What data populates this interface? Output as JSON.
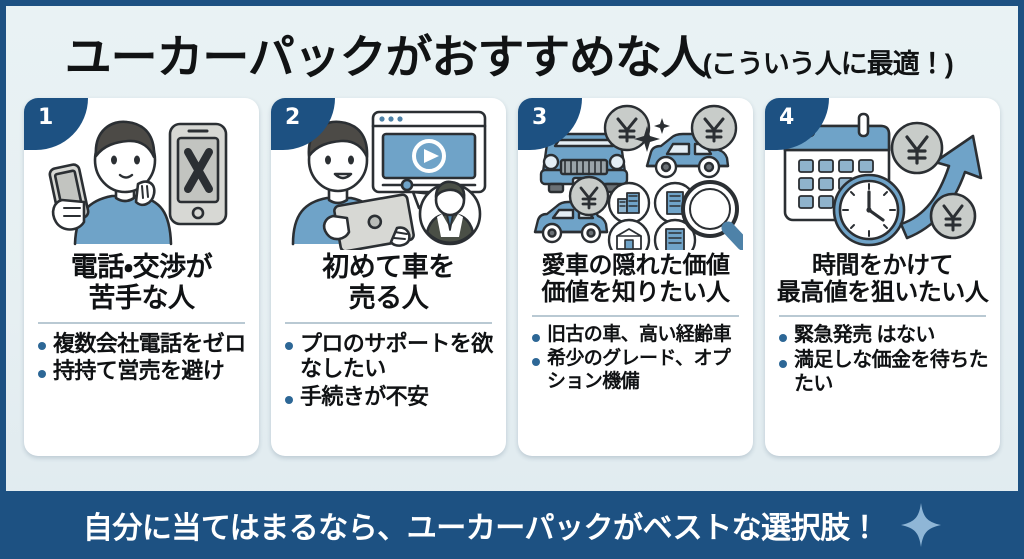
{
  "header": {
    "title_main": "ユーカーパックがおすすめな人",
    "title_sub": "(こういう人に最適！)"
  },
  "cards": [
    {
      "number": "1",
      "illustration": "person-with-phone-x-icon",
      "title_lines": [
        "電話・交渉が",
        "苦手な人"
      ],
      "bullets": [
        "複数会社電話をゼロ",
        "持持て営売を避け"
      ]
    },
    {
      "number": "2",
      "illustration": "person-tablet-video-support-icon",
      "title_lines": [
        "初めて車を",
        "売る人"
      ],
      "bullets": [
        "プロのサポートを欲なしたい",
        "手続きが不安"
      ]
    },
    {
      "number": "3",
      "illustration": "cars-yen-buildings-magnifier-icon",
      "title_lines": [
        "愛車の隠れた価値",
        "価値を知りたい人"
      ],
      "bullets": [
        "旧古の車、高い経齢車",
        "希少のグレード、オプション機備"
      ]
    },
    {
      "number": "4",
      "illustration": "calendar-clock-yen-arrow-up-icon",
      "title_lines": [
        "時間をかけて",
        "最高値を狙いたい人"
      ],
      "bullets": [
        "緊急発売 はない",
        "満足しな価金を待ちたたい"
      ]
    }
  ],
  "banner": {
    "text": "自分に当てはまるなら、ユーカーパックがベストな選択肢！",
    "icon": "sparkle-icon"
  },
  "colors": {
    "frame": "#1d5182",
    "background": "#e9f2f4",
    "card": "#ffffff",
    "badge": "#1d5182",
    "bullet": "#2d6796",
    "divider": "#b9c9d3",
    "illustration_blue": "#6fa3c8",
    "illustration_gray": "#b8bcb8",
    "sparkle": "#8fb6d6",
    "text": "#101214",
    "banner_text": "#ffffff"
  }
}
